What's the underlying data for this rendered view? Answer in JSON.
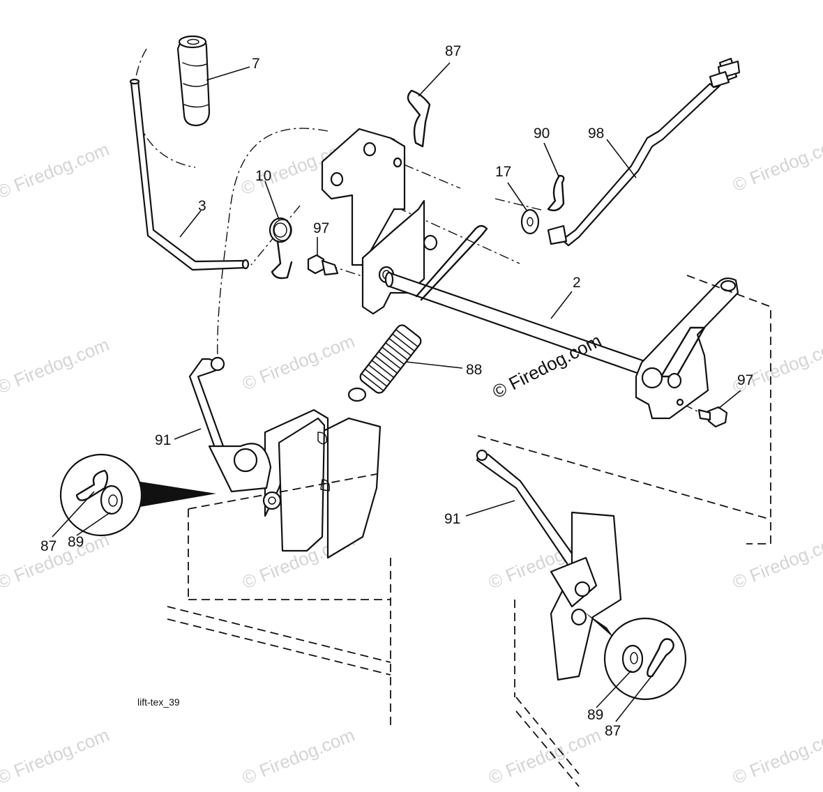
{
  "watermark_text": "© Firedog.com",
  "callouts": {
    "c7": "7",
    "c87_top": "87",
    "c90": "90",
    "c98": "98",
    "c17": "17",
    "c10": "10",
    "c3": "3",
    "c97_mid": "97",
    "c2": "2",
    "c88": "88",
    "c97_right": "97",
    "c91_left": "91",
    "c87_left": "87",
    "c89_left": "89",
    "c91_right": "91",
    "c89_right": "89",
    "c87_right": "87"
  },
  "figure_tag": "lift-tex_39"
}
